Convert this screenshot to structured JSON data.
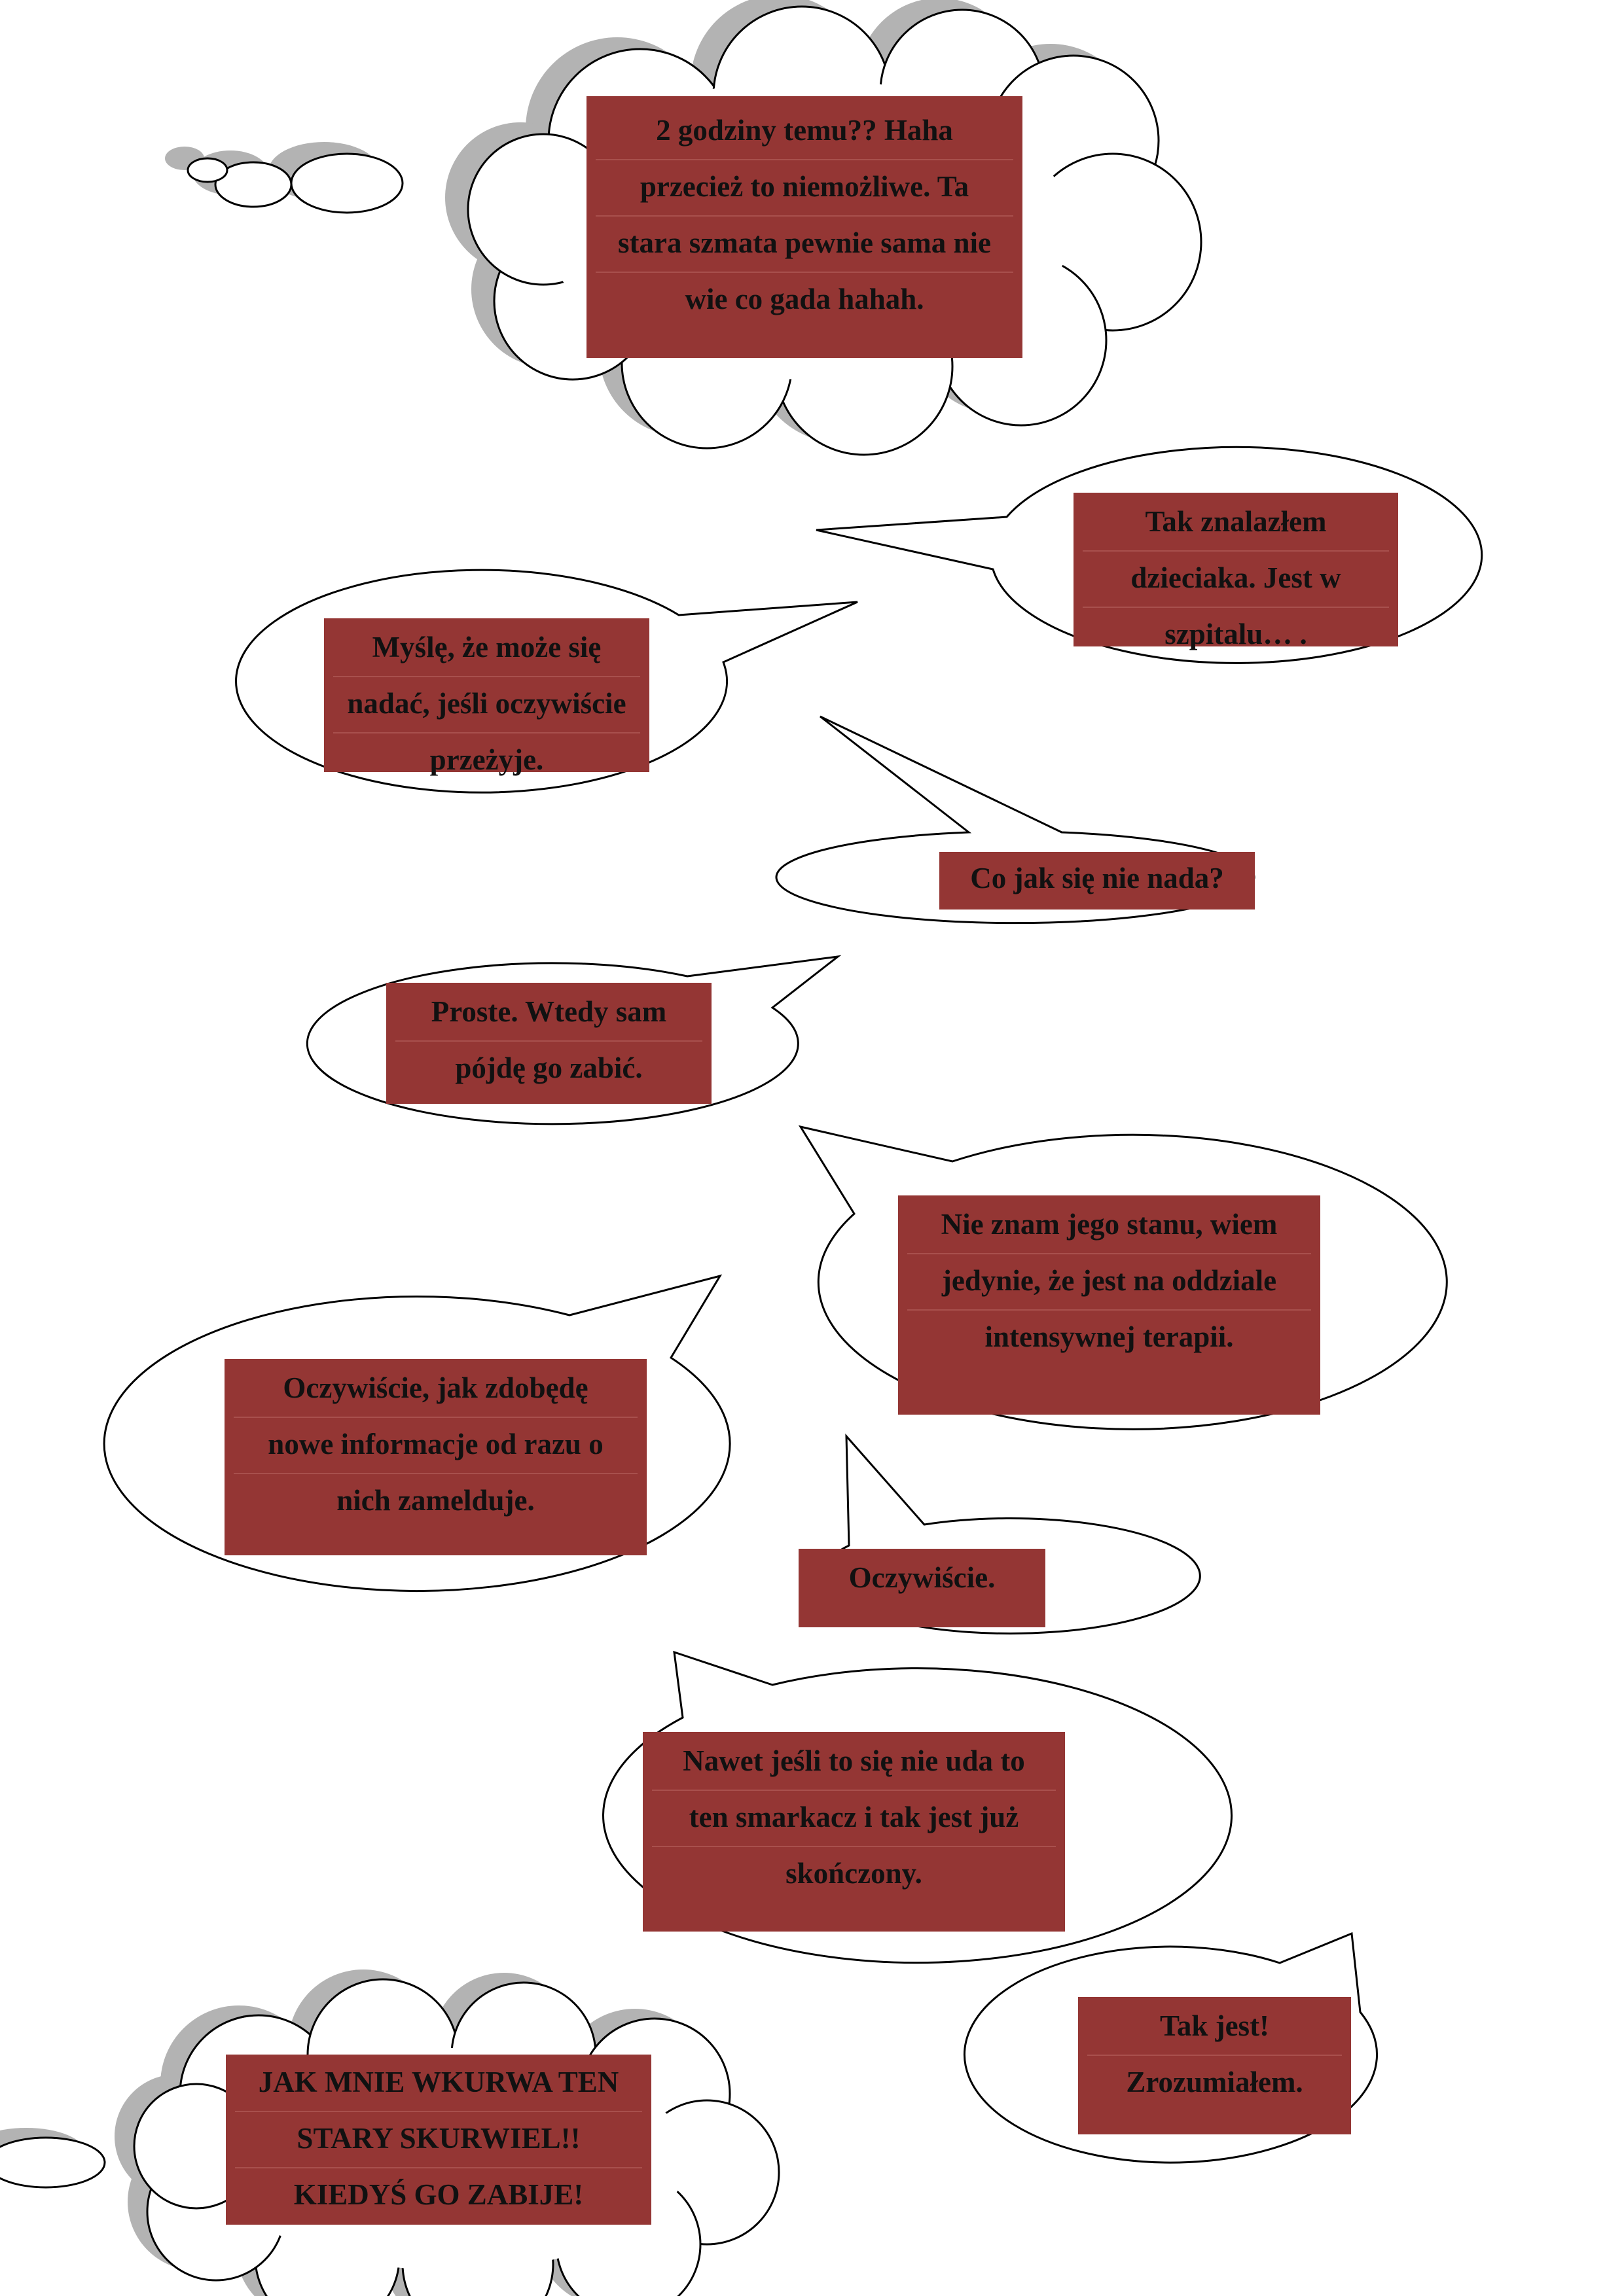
{
  "page": {
    "background": "#ffffff",
    "box_color": "#943634",
    "outline_color": "#000000",
    "shadow_color": "#b3b3b3"
  },
  "bubbles": [
    {
      "id": "thought-1",
      "kind": "thought-bubble",
      "lines": [
        "2 godziny temu?? Haha",
        "przecież to niemożliwe. Ta",
        "stara szmata pewnie sama nie",
        "wie co gada hahah."
      ]
    },
    {
      "id": "speech-1",
      "kind": "speech-bubble",
      "lines": [
        "Tak znalazłem",
        "dzieciaka. Jest w",
        "szpitalu… ."
      ]
    },
    {
      "id": "speech-2",
      "kind": "speech-bubble",
      "lines": [
        "Myślę, że może się",
        "nadać, jeśli oczywiście",
        "przeżyje."
      ]
    },
    {
      "id": "speech-3",
      "kind": "speech-bubble",
      "lines": [
        "Co jak się nie nada?"
      ]
    },
    {
      "id": "speech-4",
      "kind": "speech-bubble",
      "lines": [
        "Proste. Wtedy sam",
        "pójdę go zabić."
      ]
    },
    {
      "id": "speech-5",
      "kind": "speech-bubble",
      "lines": [
        "Nie znam jego stanu, wiem",
        "jedynie, że jest na oddziale",
        "intensywnej terapii."
      ]
    },
    {
      "id": "speech-6",
      "kind": "speech-bubble",
      "lines": [
        "Oczywiście, jak zdobędę",
        "nowe informacje od razu o",
        "nich zamelduje."
      ]
    },
    {
      "id": "speech-7",
      "kind": "speech-bubble",
      "lines": [
        "Oczywiście."
      ]
    },
    {
      "id": "speech-8",
      "kind": "speech-bubble",
      "lines": [
        "Nawet jeśli to się nie uda to",
        "ten smarkacz i tak jest już",
        "skończony."
      ]
    },
    {
      "id": "speech-9",
      "kind": "speech-bubble",
      "lines": [
        "Tak jest!",
        "Zrozumiałem."
      ]
    },
    {
      "id": "thought-2",
      "kind": "thought-bubble",
      "lines": [
        "JAK MNIE WKURWA TEN",
        "STARY SKURWIEL!!",
        "KIEDYŚ GO ZABIJE!"
      ]
    }
  ]
}
